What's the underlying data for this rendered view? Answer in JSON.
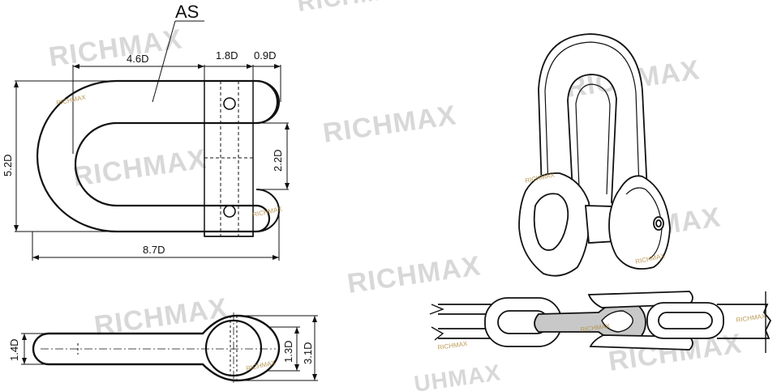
{
  "diagram": {
    "part_label": "AS",
    "dims": {
      "top_left": "4.6D",
      "top_mid": "1.8D",
      "top_right": "0.9D",
      "left_height": "5.2D",
      "right_gap": "2.2D",
      "bottom_length": "8.7D",
      "side_left": "1.4D",
      "side_inner": "1.3D",
      "side_outer": "3.1D"
    },
    "watermarks": {
      "brand": "RICHMAX",
      "partial": "UHMAX"
    }
  }
}
